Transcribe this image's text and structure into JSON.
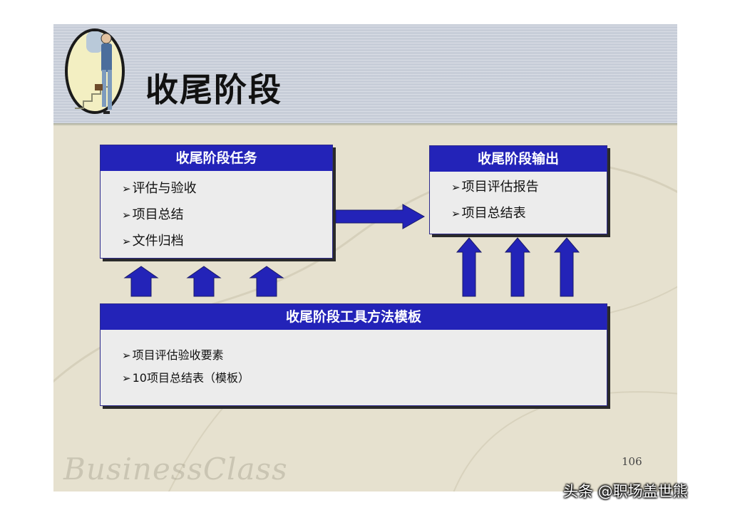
{
  "slide": {
    "title": "收尾阶段",
    "watermark": "BusinessClass",
    "page_number": "106"
  },
  "tasks_box": {
    "header": "收尾阶段任务",
    "items": [
      "评估与验收",
      "项目总结",
      "文件归档"
    ]
  },
  "output_box": {
    "header": "收尾阶段输出",
    "items": [
      "项目评估报告",
      "项目总结表"
    ]
  },
  "tools_box": {
    "header": "收尾阶段工具方法模板",
    "items": [
      "项目评估验收要素",
      "10项目总结表（模板）"
    ]
  },
  "bullet_marker": "➢",
  "credit": "头条 @职场盖世熊",
  "colors": {
    "box_header": "#2323b8",
    "arrow_fill": "#2323b8",
    "slide_background": "#e6e1cf",
    "header_band": "#c7cdd8"
  }
}
